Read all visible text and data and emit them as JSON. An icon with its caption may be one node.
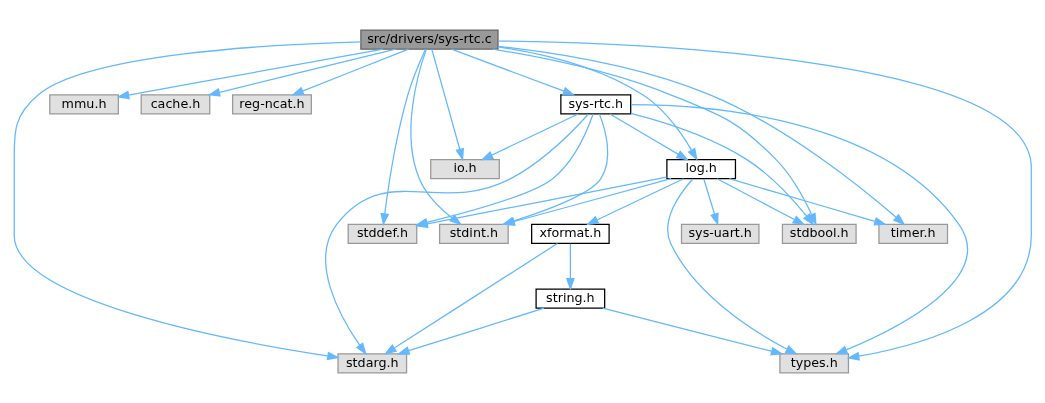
{
  "diagram": {
    "nodes": [
      {
        "text": [
          "src/drivers/sys-rtc.c"
        ]
      },
      {
        "text": [
          "sys-rtc.h"
        ]
      },
      {
        "text": [
          "mmu.h"
        ]
      },
      {
        "text": [
          "cache.h"
        ]
      },
      {
        "text": [
          "reg-ncat.h"
        ]
      },
      {
        "text": [
          "io.h"
        ]
      },
      {
        "text": [
          "log.h"
        ]
      },
      {
        "text": [
          "timer.h"
        ]
      },
      {
        "text": [
          "stdbool.h"
        ]
      },
      {
        "text": [
          "xformat.h"
        ]
      },
      {
        "text": [
          "sys-uart.h"
        ]
      },
      {
        "text": [
          "stddef.h"
        ]
      },
      {
        "text": [
          "stdint.h"
        ]
      },
      {
        "text": [
          "string.h"
        ]
      },
      {
        "text": [
          "stdarg.h"
        ]
      },
      {
        "text": [
          "types.h"
        ]
      }
    ],
    "edges": [
      {
        "from": 0,
        "to": 1,
        "arrow": "to"
      },
      {
        "from": 0,
        "to": 5,
        "arrow": "to"
      },
      {
        "from": 0,
        "to": 6,
        "arrow": "to"
      },
      {
        "from": 0,
        "to": 7,
        "arrow": "to"
      },
      {
        "from": 0,
        "to": 8,
        "arrow": "to"
      },
      {
        "from": 0,
        "to": 11,
        "arrow": "to"
      },
      {
        "from": 0,
        "to": 12,
        "arrow": "to"
      },
      {
        "from": 0,
        "to": 14,
        "arrow": "to"
      },
      {
        "from": 0,
        "to": 15,
        "arrow": "to"
      },
      {
        "from": 0,
        "to": 2,
        "arrow": "to"
      },
      {
        "from": 0,
        "to": 3,
        "arrow": "to"
      },
      {
        "from": 0,
        "to": 4,
        "arrow": "to"
      },
      {
        "from": 1,
        "to": 5,
        "arrow": "to"
      },
      {
        "from": 1,
        "to": 6,
        "arrow": "to"
      },
      {
        "from": 1,
        "to": 8,
        "arrow": "to"
      },
      {
        "from": 1,
        "to": 11,
        "arrow": "to"
      },
      {
        "from": 1,
        "to": 12,
        "arrow": "to"
      },
      {
        "from": 1,
        "to": 14,
        "arrow": "to"
      },
      {
        "from": 1,
        "to": 15,
        "arrow": "to"
      },
      {
        "from": 6,
        "to": 7,
        "arrow": "to"
      },
      {
        "from": 6,
        "to": 8,
        "arrow": "to"
      },
      {
        "from": 6,
        "to": 9,
        "arrow": "to"
      },
      {
        "from": 6,
        "to": 10,
        "arrow": "to"
      },
      {
        "from": 6,
        "to": 11,
        "arrow": "to"
      },
      {
        "from": 6,
        "to": 12,
        "arrow": "to"
      },
      {
        "from": 6,
        "to": 15,
        "arrow": "to"
      },
      {
        "from": 9,
        "to": 13,
        "arrow": "to"
      },
      {
        "from": 9,
        "to": 14,
        "arrow": "to"
      },
      {
        "from": 13,
        "to": 14,
        "arrow": "to"
      },
      {
        "from": 13,
        "to": 15,
        "arrow": "to"
      }
    ]
  }
}
